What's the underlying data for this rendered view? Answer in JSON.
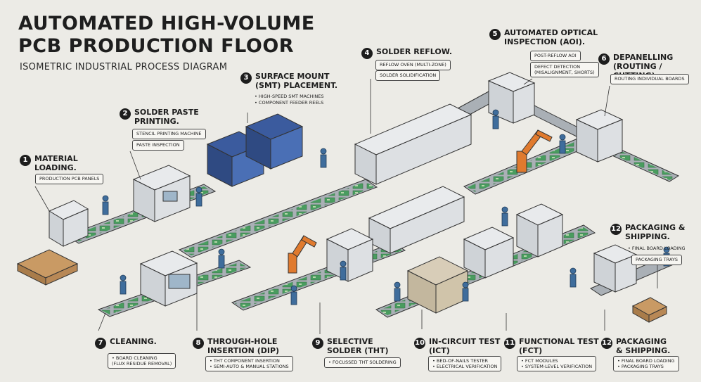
{
  "title_line1": "AUTOMATED HIGH-VOLUME",
  "title_line2": "PCB PRODUCTION FLOOR",
  "subtitle": "ISOMETRIC INDUSTRIAL PROCESS DIAGRAM",
  "stations": {
    "s1": {
      "num": "1",
      "title": "MATERIAL\nLOADING.",
      "notes": [
        "PRODUCTION PCB PANELS"
      ]
    },
    "s2": {
      "num": "2",
      "title": "SOLDER PASTE\nPRINTING.",
      "notes": [
        "STENCIL PRINTING MACHINE",
        "PASTE INSPECTION"
      ]
    },
    "s3": {
      "num": "3",
      "title": "SURFACE MOUNT\n(SMT) PLACEMENT.",
      "notes": [
        "• HIGH-SPEED SMT MACHINES",
        "• COMPONENT FEEDER REELS"
      ]
    },
    "s4": {
      "num": "4",
      "title": "SOLDER REFLOW.",
      "notes": [
        "REFLOW OVEN (MULTI-ZONE)",
        "SOLDER SOLIDIFICATION"
      ]
    },
    "s5": {
      "num": "5",
      "title": "AUTOMATED OPTICAL\nINSPECTION (AOI).",
      "notes": [
        "POST-REFLOW AOI",
        "DEFECT DETECTION",
        "(MISALIGNMENT, SHORTS)"
      ]
    },
    "s6": {
      "num": "6",
      "title": "DEPANELLING\n(ROUTING / CUTTING).",
      "notes": [
        "ROUTING INDIVIDUAL BOARDS"
      ]
    },
    "s7": {
      "num": "7",
      "title": "CLEANING.",
      "notes": [
        "• BOARD CLEANING",
        "(FLUX RESIDUE REMOVAL)"
      ]
    },
    "s8": {
      "num": "8",
      "title": "THROUGH-HOLE\nINSERTION (DIP)",
      "notes": [
        "• THT COMPONENT INSERTION",
        "• SEMI-AUTO & MANUAL STATIONS"
      ]
    },
    "s9": {
      "num": "9",
      "title": "SELECTIVE\nSOLDER (THT)",
      "notes": [
        "• FOCUSSED THT SOLDERING"
      ]
    },
    "s10": {
      "num": "10",
      "title": "IN-CIRCUIT TEST\n(ICT)",
      "notes": [
        "• BED-OF-NAILS TESTER",
        "• ELECTRICAL VERIFICATION"
      ]
    },
    "s11": {
      "num": "11",
      "title": "FUNCTIONAL TEST\n(FCT)",
      "notes": [
        "• FCT MODULES",
        "• SYSTEM-LEVEL VERIFICATION"
      ]
    },
    "s12a": {
      "num": "12",
      "title": "PACKAGING &\nSHIPPING.",
      "notes": [
        "• FINAL BOARD LOADING",
        "PACKAGING TRAYS"
      ]
    },
    "s12b": {
      "num": "12",
      "title": "PACKAGING\n& SHIPPING.",
      "notes": [
        "• FINAL BOARD LOADING",
        "• PACKAGING TRAYS"
      ]
    }
  },
  "colors": {
    "background": "#ecebe6",
    "machine_body": "#dfe2e5",
    "conveyor": "#9aa1a8",
    "pcb": "#3e9a55",
    "smt_accent": "#3b5b9e",
    "robot": "#e07a2e",
    "worker": "#3f6d9c",
    "pallet": "#c99a64"
  }
}
